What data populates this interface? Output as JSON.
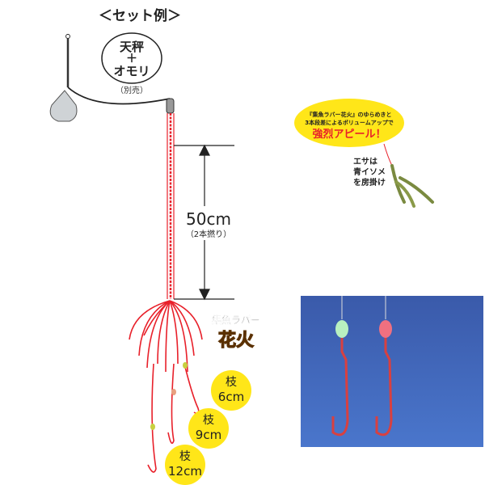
{
  "title": "＜セット例＞",
  "sinker_label": {
    "line1": "天秤",
    "plus": "＋",
    "line2": "オモリ",
    "note": "（別売）"
  },
  "length": {
    "value": "50cm",
    "note": "（2本撚り）"
  },
  "logo": {
    "line1": "集魚ラバー",
    "line2": "花火"
  },
  "branches": [
    {
      "label": "枝",
      "length": "6cm"
    },
    {
      "label": "枝",
      "length": "9cm"
    },
    {
      "label": "枝",
      "length": "12cm"
    }
  ],
  "callout": {
    "line1": "『集魚ラバー花火』のゆらめきと",
    "line2": "3本段差によるボリュームアップで",
    "line3": "強烈アピール！"
  },
  "bait_note": {
    "line1": "エサは",
    "line2": "青イソメ",
    "line3": "を房掛け"
  },
  "colors": {
    "line": "#e8202a",
    "yellow": "#ffe619",
    "photo_bg": "#3f63b8"
  }
}
